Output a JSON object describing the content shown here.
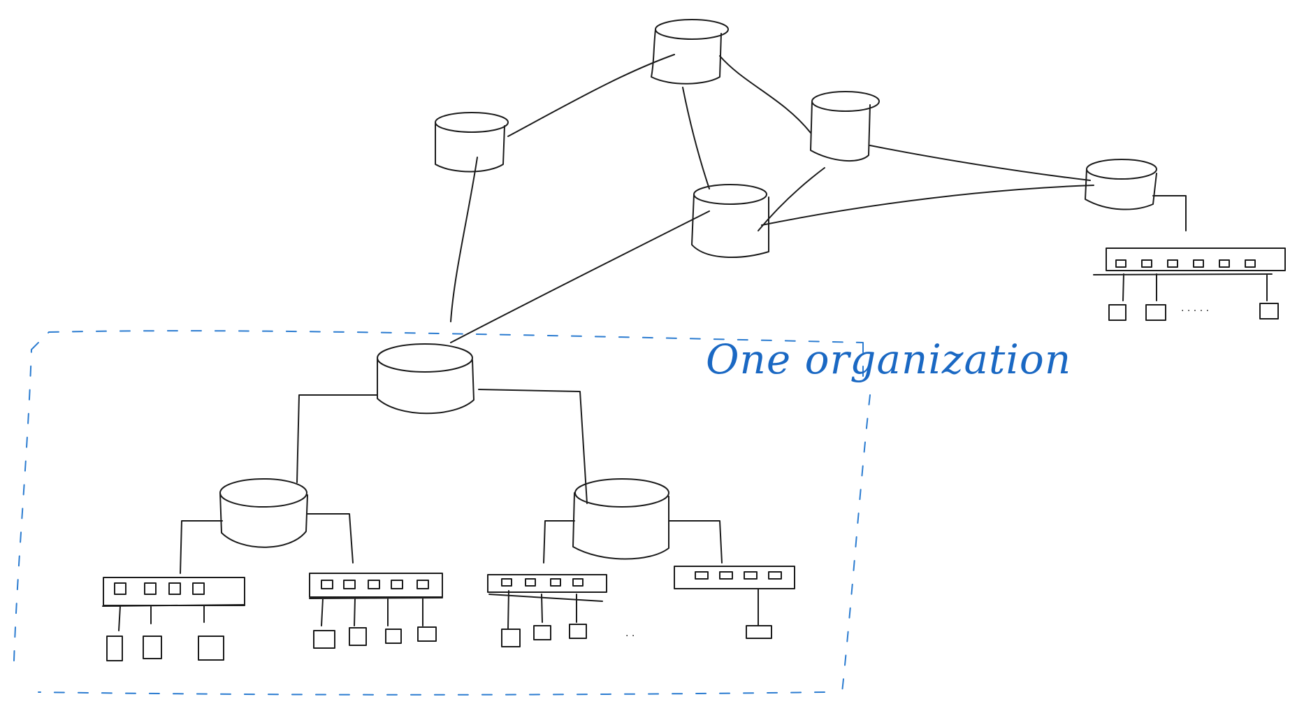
{
  "diagram": {
    "organization_label": "One organization",
    "colors": {
      "ink": "#1b1b1b",
      "organization_boundary": "#2a7bd0",
      "organization_label": "#1a68c3"
    },
    "routers": [
      {
        "id": "r-top"
      },
      {
        "id": "r-left"
      },
      {
        "id": "r-center"
      },
      {
        "id": "r-right-mid"
      },
      {
        "id": "r-far-right"
      },
      {
        "id": "r-org-root"
      },
      {
        "id": "r-org-left"
      },
      {
        "id": "r-org-right"
      }
    ],
    "switches": [
      {
        "id": "sw-far-right",
        "router": "r-far-right",
        "hosts": 3
      },
      {
        "id": "sw-org-1",
        "router": "r-org-left",
        "hosts": 3
      },
      {
        "id": "sw-org-2",
        "router": "r-org-left",
        "hosts": 4
      },
      {
        "id": "sw-org-3",
        "router": "r-org-right",
        "hosts": 3
      },
      {
        "id": "sw-org-4",
        "router": "r-org-right",
        "hosts": 1
      }
    ],
    "links": [
      [
        "r-top",
        "r-left"
      ],
      [
        "r-top",
        "r-center"
      ],
      [
        "r-top",
        "r-right-mid"
      ],
      [
        "r-right-mid",
        "r-center"
      ],
      [
        "r-right-mid",
        "r-far-right"
      ],
      [
        "r-center",
        "r-far-right"
      ],
      [
        "r-left",
        "r-org-root"
      ],
      [
        "r-center",
        "r-org-root"
      ],
      [
        "r-org-root",
        "r-org-left"
      ],
      [
        "r-org-root",
        "r-org-right"
      ]
    ]
  }
}
